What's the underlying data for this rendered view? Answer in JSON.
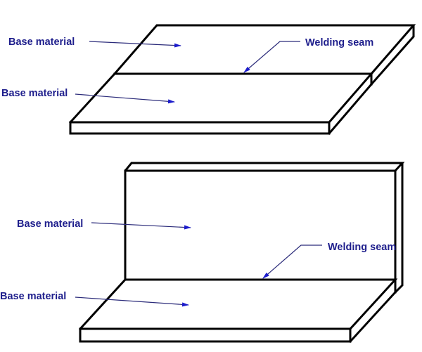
{
  "diagram": {
    "type": "weld-joint-illustration",
    "colors": {
      "outline": "#000000",
      "label": "#1e1e8c",
      "arrow": "#1c1ccc",
      "background": "#ffffff"
    },
    "figures": [
      {
        "name": "butt-joint",
        "labels": {
          "base_material_top": "Base material",
          "base_material_bottom": "Base material",
          "welding_seam": "Welding seam"
        }
      },
      {
        "name": "t-joint",
        "labels": {
          "base_material_vertical": "Base material",
          "base_material_horizontal": "Base material",
          "welding_seam": "Welding seam"
        }
      }
    ]
  }
}
